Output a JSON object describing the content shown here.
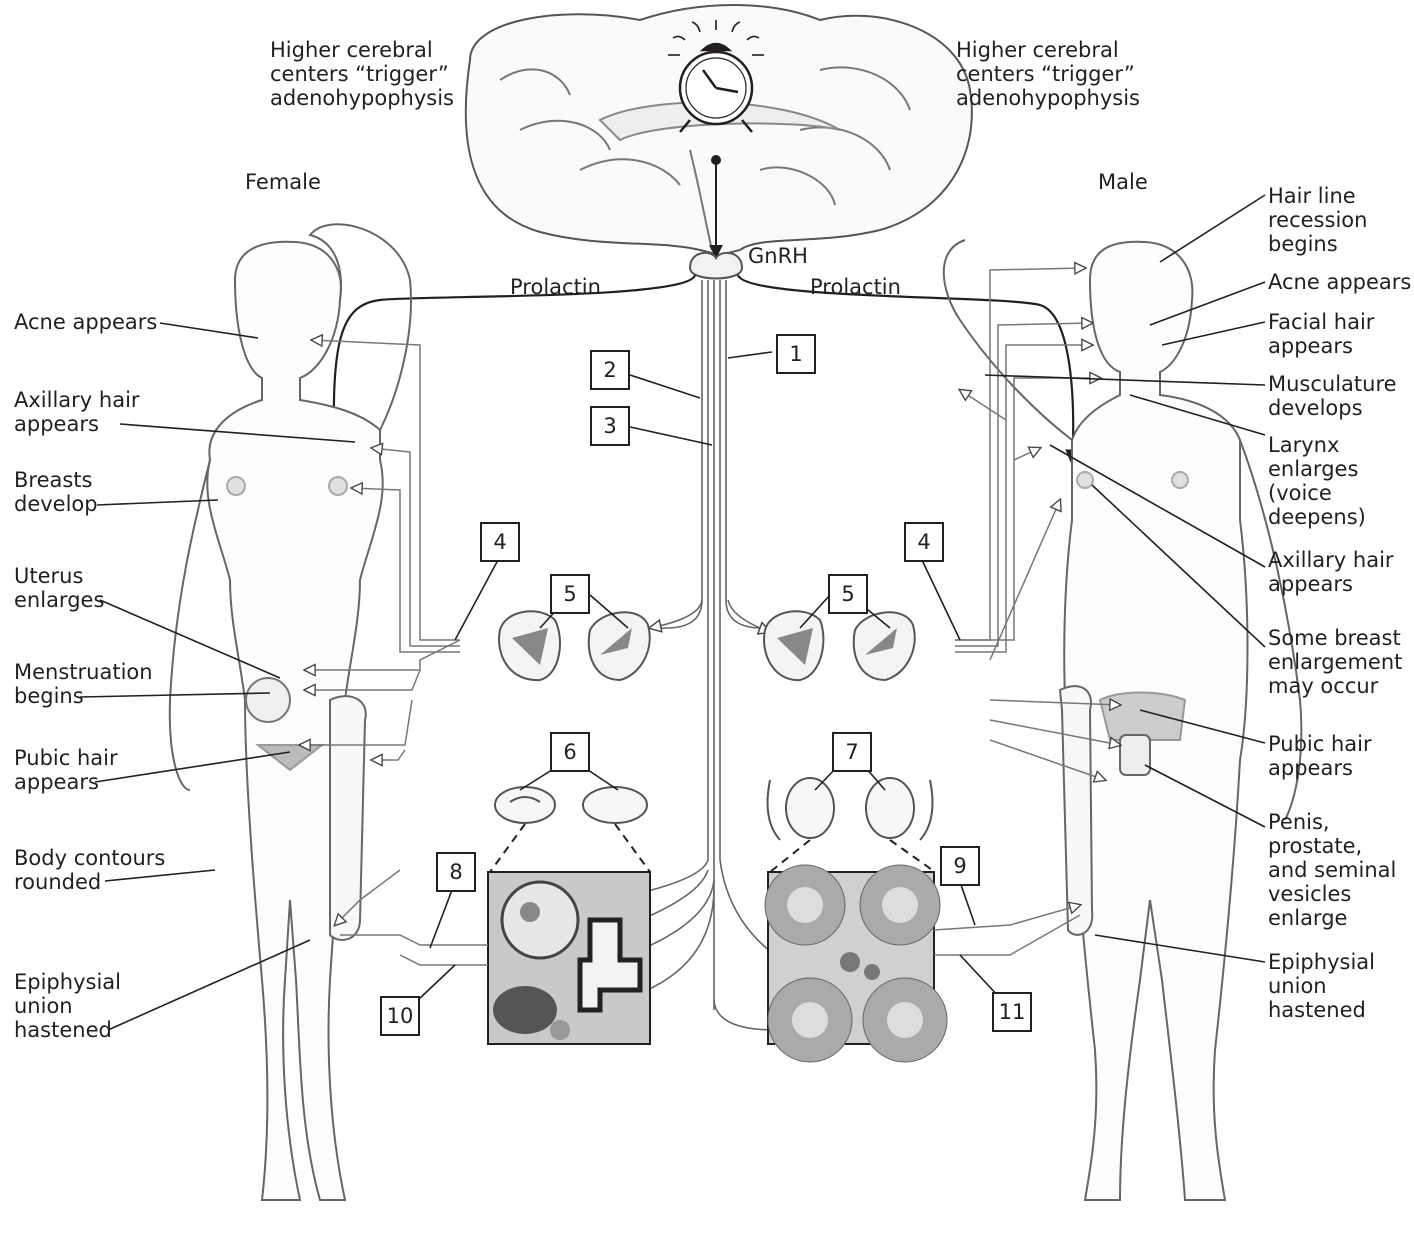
{
  "header": {
    "left_trigger": [
      "Higher cerebral",
      "centers “trigger”",
      "adenohypophysis"
    ],
    "right_trigger": [
      "Higher cerebral",
      "centers “trigger”",
      "adenohypophysis"
    ],
    "gnrh": "GnRH",
    "female": "Female",
    "male": "Male",
    "prolactin_left": "Prolactin",
    "prolactin_right": "Prolactin"
  },
  "female_labels": {
    "acne": [
      "Acne appears"
    ],
    "axillary": [
      "Axillary hair",
      "appears"
    ],
    "breasts": [
      "Breasts",
      "develop"
    ],
    "uterus": [
      "Uterus",
      "enlarges"
    ],
    "menstruation": [
      "Menstruation",
      "begins"
    ],
    "pubic": [
      "Pubic hair",
      "appears"
    ],
    "contours": [
      "Body contours",
      "rounded"
    ],
    "epiphysial": [
      "Epiphysial",
      "union",
      "hastened"
    ]
  },
  "male_labels": {
    "hairline": [
      "Hair line",
      "recession",
      "begins"
    ],
    "acne": [
      "Acne appears"
    ],
    "facial": [
      "Facial hair",
      "appears"
    ],
    "muscle": [
      "Musculature",
      "develops"
    ],
    "larynx": [
      "Larynx",
      "enlarges",
      "(voice",
      "deepens)"
    ],
    "axillary": [
      "Axillary hair",
      "appears"
    ],
    "breast": [
      "Some breast",
      "enlargement",
      "may occur"
    ],
    "pubic": [
      "Pubic hair",
      "appears"
    ],
    "penis": [
      "Penis,",
      "prostate,",
      "and seminal",
      "vesicles",
      "enlarge"
    ],
    "epiphysial": [
      "Epiphysial",
      "union",
      "hastened"
    ]
  },
  "boxes": [
    "1",
    "2",
    "3",
    "4",
    "4",
    "5",
    "5",
    "6",
    "7",
    "8",
    "9",
    "10",
    "11"
  ],
  "icons": [
    "alarm-clock-icon",
    "brain-icon",
    "pituitary-icon"
  ]
}
